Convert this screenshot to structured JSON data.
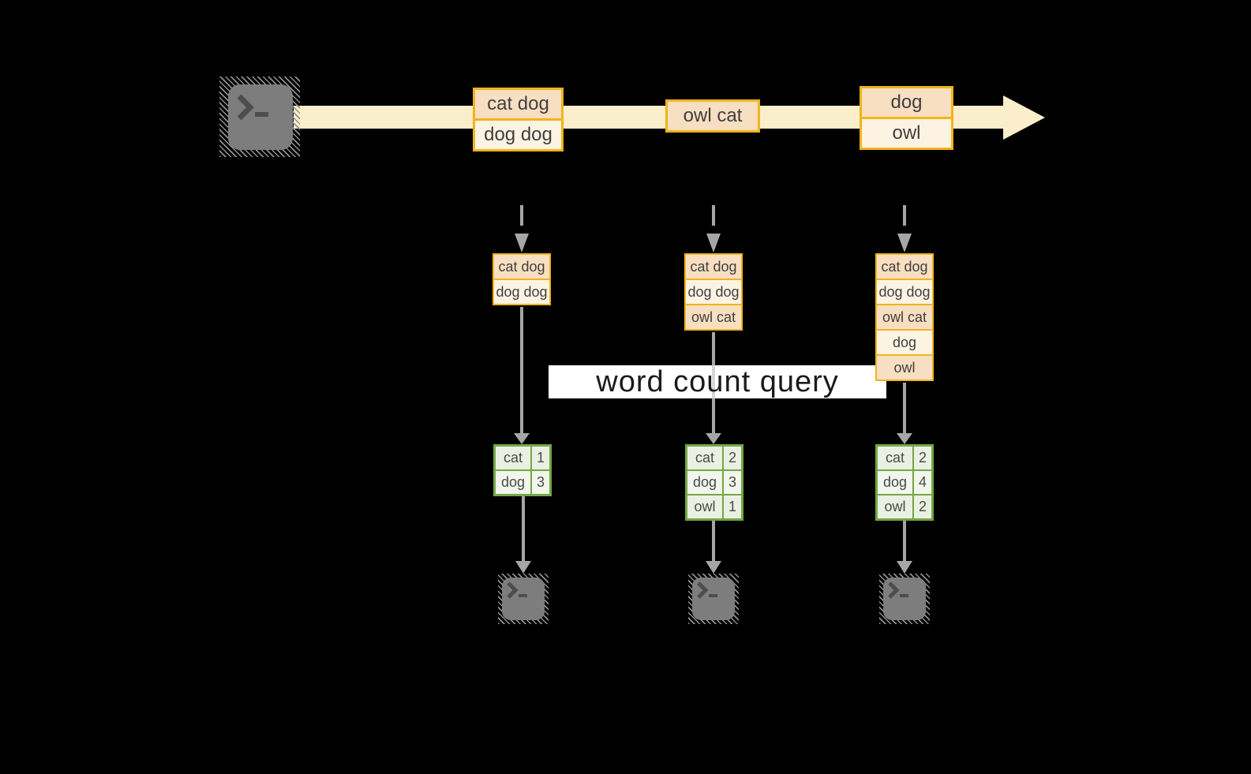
{
  "query_label": "word count query",
  "stream": {
    "source_icon": "terminal-icon",
    "batches": [
      {
        "lines": [
          "cat dog",
          "dog dog"
        ]
      },
      {
        "lines": [
          "owl cat"
        ]
      },
      {
        "lines": [
          "dog",
          "owl"
        ]
      }
    ]
  },
  "columns": [
    {
      "state": [
        "cat dog",
        "dog dog"
      ],
      "counts": [
        {
          "word": "cat",
          "value": "1"
        },
        {
          "word": "dog",
          "value": "3"
        }
      ]
    },
    {
      "state": [
        "cat dog",
        "dog dog",
        "owl cat"
      ],
      "counts": [
        {
          "word": "cat",
          "value": "2"
        },
        {
          "word": "dog",
          "value": "3"
        },
        {
          "word": "owl",
          "value": "1"
        }
      ]
    },
    {
      "state": [
        "cat dog",
        "dog dog",
        "owl cat",
        "dog",
        "owl"
      ],
      "counts": [
        {
          "word": "cat",
          "value": "2"
        },
        {
          "word": "dog",
          "value": "4"
        },
        {
          "word": "owl",
          "value": "2"
        }
      ]
    }
  ],
  "colors": {
    "background": "#000000",
    "stream_fill": "#fbeecb",
    "box_border": "#f0b41c",
    "cell_peach": "#f8dfc2",
    "cell_cream": "#fdf3e3",
    "table_border": "#72a844",
    "table_cell": "#eaf1e3",
    "table_cell_alt": "#f2f6ec",
    "arrow_gray": "#a6a6a6",
    "terminal_gray": "#7d7d7d",
    "label_bg": "#ffffff"
  }
}
